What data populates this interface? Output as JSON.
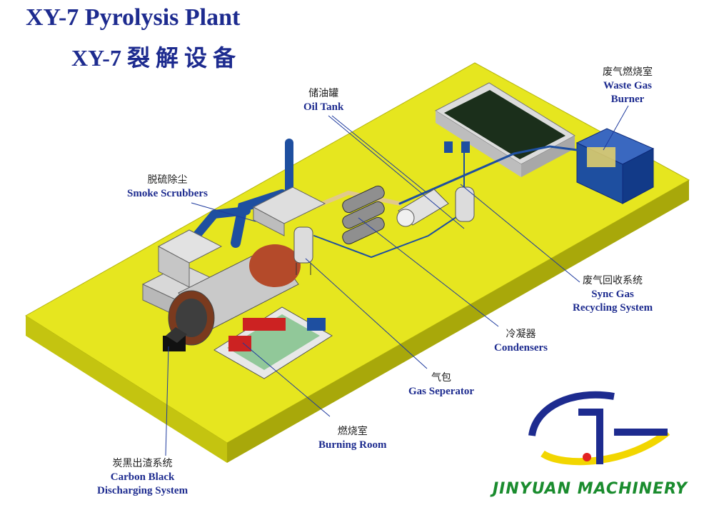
{
  "title_en": "XY-7 Pyrolysis Plant",
  "title_cn": "XY-7 裂 解 设 备",
  "labels": {
    "waste_gas_burner": {
      "cn": "废气燃烧室",
      "en_1": "Waste Gas",
      "en_2": "Burner"
    },
    "oil_tank": {
      "cn": "储油罐",
      "en": "Oil Tank"
    },
    "smoke_scrubbers": {
      "cn": "脱硫除尘",
      "en": "Smoke Scrubbers"
    },
    "sync_gas": {
      "cn": "废气回收系统",
      "en_1": "Sync Gas",
      "en_2": "Recycling System"
    },
    "condensers": {
      "cn": "冷凝器",
      "en": "Condensers"
    },
    "gas_separator": {
      "cn": "气包",
      "en": "Gas Seperator"
    },
    "burning_room": {
      "cn": "燃烧室",
      "en": "Burning Room"
    },
    "carbon_black": {
      "cn": "炭黑出渣系统",
      "en_1": "Carbon Black",
      "en_2": "Discharging System"
    }
  },
  "brand": "JINYUAN MACHINERY",
  "colors": {
    "platform": "#e6e61f",
    "title": "#1d2b8f",
    "brand_green": "#1a8c2e",
    "pipe_blue": "#1e4fa0"
  }
}
